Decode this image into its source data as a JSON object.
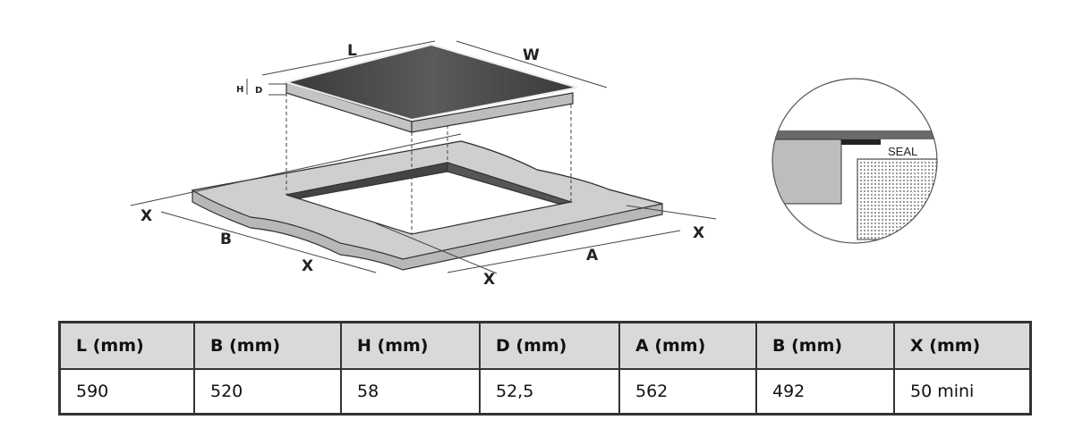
{
  "diagram": {
    "labels": {
      "L": "L",
      "W": "W",
      "H": "H",
      "D": "D",
      "B": "B",
      "A": "A",
      "X": "X",
      "seal": "SEAL"
    }
  },
  "table": {
    "headers": [
      "L (mm)",
      "B (mm)",
      "H (mm)",
      "D (mm)",
      "A (mm)",
      "B (mm)",
      "X (mm)"
    ],
    "values": [
      "590",
      "520",
      "58",
      "52,5",
      "562",
      "492",
      "50 mini"
    ]
  }
}
